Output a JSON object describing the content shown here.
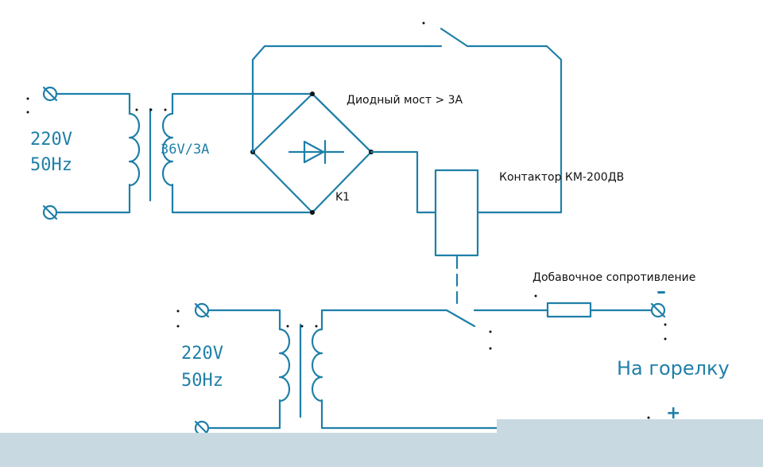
{
  "top_source": {
    "voltage": "220V",
    "frequency": "50Hz"
  },
  "top_transformer": {
    "secondary_rating": "36V/3A"
  },
  "diode_bridge": {
    "label": "Диодный мост > 3А"
  },
  "relay_coil": {
    "designator": "K1"
  },
  "contactor": {
    "label": "Контактор КМ-200ДВ"
  },
  "bottom_source": {
    "voltage": "220V",
    "frequency": "50Hz"
  },
  "resistor": {
    "label": "Добавочное сопротивление"
  },
  "output": {
    "label": "На горелку",
    "minus": "–",
    "plus": "+"
  },
  "colors": {
    "wire": "#1f7fa8",
    "text": "#111111",
    "footer": "#c8d9e1"
  }
}
